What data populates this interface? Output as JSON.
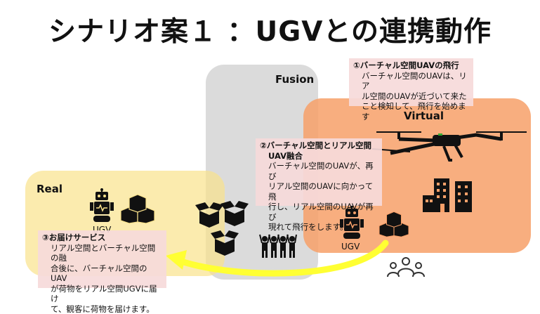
{
  "title": "シナリオ案１ ：UGVとの連携動作",
  "zones": {
    "fusion": "Fusion",
    "virtual": "Virtual",
    "real": "Real"
  },
  "callouts": {
    "c1": {
      "heading": "①バーチャル空間UAVの飛行",
      "lines": [
        "バーチャル空間のUAVは、リア",
        "ル空間のUAVが近づいて来た",
        "こと検知して、飛行を始めます"
      ]
    },
    "c2": {
      "heading1": "②バーチャル空間とリアル空間",
      "heading2": "UAV融合",
      "lines": [
        "バーチャル空間のUAVが、再び",
        "リアル空間のUAVに向かって飛",
        "行し、リアル空間のUAVが再び",
        "現れて飛行をします。"
      ]
    },
    "c3": {
      "heading": "③お届けサービス",
      "lines": [
        "リアル空間とバーチャル空間の融",
        "合後に、バーチャル空間のUAV",
        "が荷物をリアル空間UGVに届け",
        "て、観客に荷物を届けます。"
      ]
    }
  },
  "labels": {
    "ugv_real": "UGV",
    "ugv_virtual": "UGV"
  },
  "icons": [
    "robot-icon",
    "boxes-icon",
    "drone-icon",
    "buildings-icon",
    "crowd-icon",
    "audience-icon"
  ],
  "colors": {
    "fusion": "#bebebe",
    "virtual": "#f7a069",
    "real": "#fae28c",
    "callout": "#f6dada",
    "arrow": "#ffff33"
  }
}
